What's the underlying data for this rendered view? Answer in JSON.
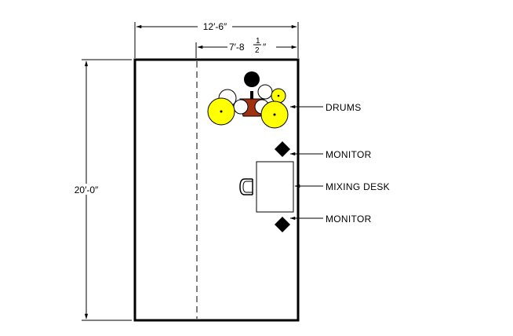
{
  "dimensions": {
    "width_total": "12′-6″",
    "width_partial_main": "7′-8",
    "frac_num": "1",
    "frac_den": "2",
    "width_partial_tail": "″",
    "height_total": "20′-0″"
  },
  "callouts": {
    "drums": "DRUMS",
    "monitor_top": "MONITOR",
    "mixing_desk": "MIXING DESK",
    "monitor_bottom": "MONITOR"
  },
  "colors": {
    "cymbal": "#ffff00",
    "drum_shell": "#a0300f",
    "kick": "#000000",
    "lines": "#000000"
  }
}
